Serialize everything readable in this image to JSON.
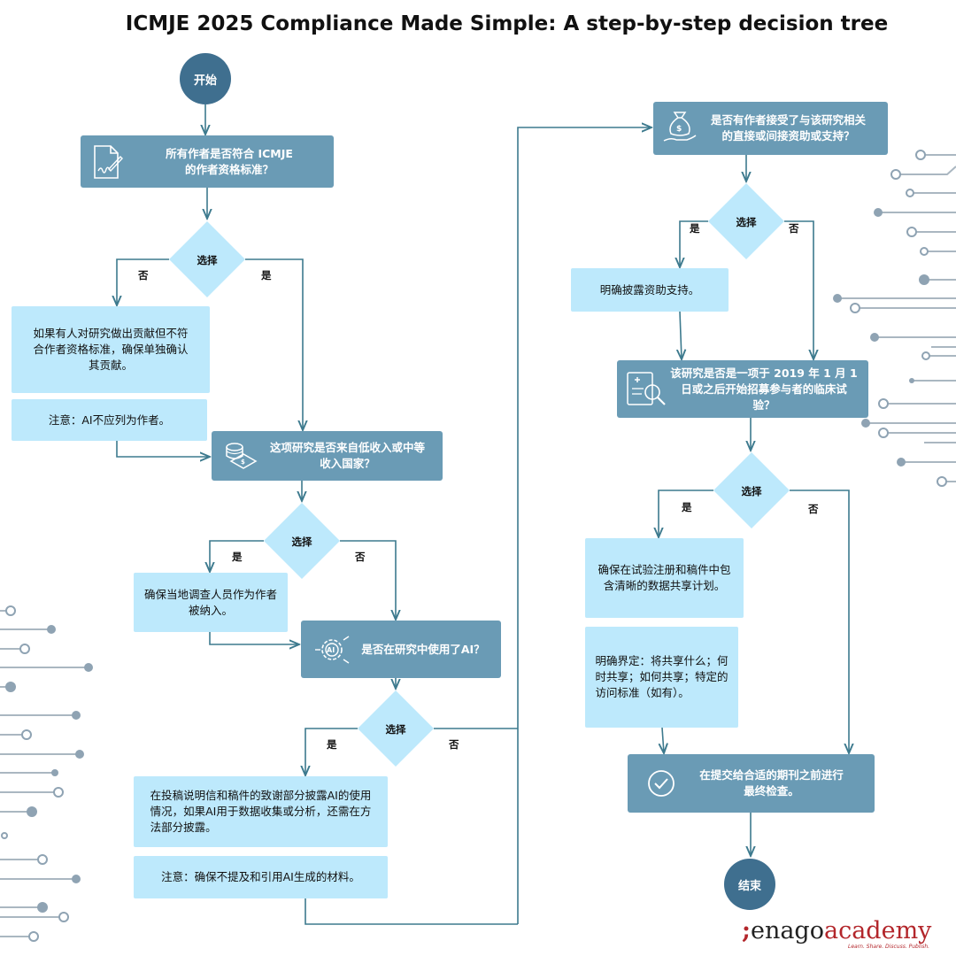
{
  "title": "ICMJE 2025 Compliance Made Simple: A step-by-step decision tree",
  "start": "开始",
  "end": "结束",
  "choice": "选择",
  "yes": "是",
  "no": "否",
  "q1": "所有作者是否符合 ICMJE\n的作者资格标准？",
  "q1_no_action": "如果有人对研究做出贡献但不符\n合作者资格标准，确保单独确认\n其贡献。",
  "q1_note": "注意：AI不应列为作者。",
  "q2": "这项研究是否来自低收入或中等\n收入国家？",
  "q2_yes_action": "确保当地调查人员作为作者\n被纳入。",
  "q3": "是否在研究中使用了AI？",
  "q3_yes_action": "在投稿说明信和稿件的致谢部分披露AI的使用\n情况，如果AI用于数据收集或分析，还需在方\n法部分披露。",
  "q3_note": "注意：确保不提及和引用AI生成的材料。",
  "q4": "是否有作者接受了与该研究相关\n的直接或间接资助或支持？",
  "q4_yes_action": "明确披露资助支持。",
  "q5": "该研究是否是一项于 2019 年 1 月 1\n日或之后开始招募参与者的临床试\n验？",
  "q5_yes_action": "确保在试验注册和稿件中包\n含清晰的数据共享计划。",
  "q5_note": "明确界定：将共享什么；何\n时共享；如何共享；特定的\n访问标准（如有）。",
  "final": "在提交给合适的期刊之前进行\n最终检查。",
  "logo": {
    "mark": ";",
    "name": "enago",
    "academy": "academy",
    "tagline": "Learn. Share. Discuss. Publish."
  },
  "icons": {
    "q1": "document-signature-icon",
    "q2": "coins-money-icon",
    "q3": "ai-chip-gear-icon",
    "q4": "money-bag-hand-icon",
    "q5": "clipboard-search-icon",
    "final": "check-circle-icon"
  },
  "colors": {
    "dark_box": "#6a9bb5",
    "light_box": "#bde9fc",
    "circle": "#3f6f8f",
    "line": "#3d7a8e"
  }
}
